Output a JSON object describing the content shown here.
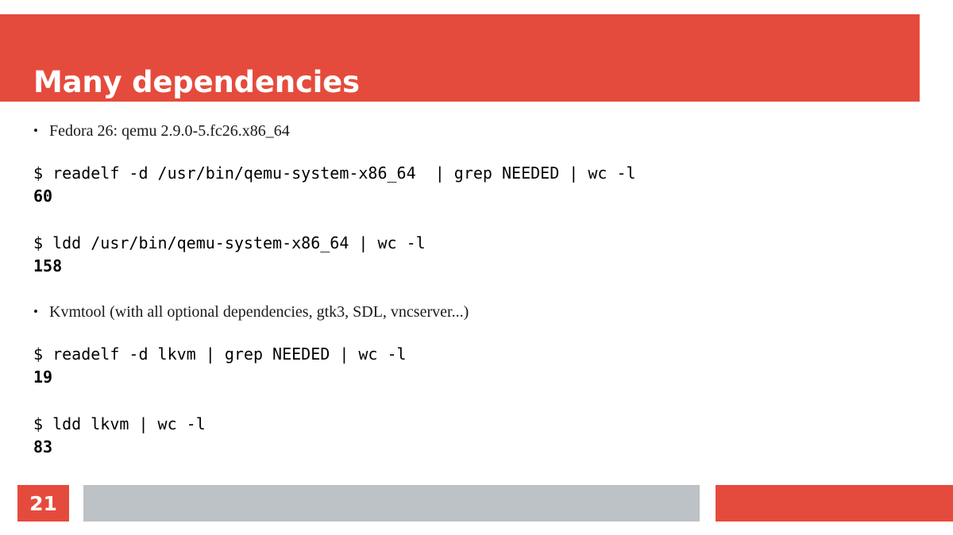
{
  "slide": {
    "title": "Many dependencies",
    "accent_color": "#e54b3c",
    "gray_color": "#bcc2c6",
    "text_color": "#1a1a1a"
  },
  "body": {
    "bullet_marker": "•",
    "blocks": [
      {
        "kind": "bullet",
        "text": "Fedora 26: qemu 2.9.0-5.fc26.x86_64"
      },
      {
        "kind": "command",
        "command": "$ readelf -d /usr/bin/qemu-system-x86_64  | grep NEEDED | wc -l",
        "output": "60"
      },
      {
        "kind": "command",
        "command": "$ ldd /usr/bin/qemu-system-x86_64 | wc -l",
        "output": "158"
      },
      {
        "kind": "bullet",
        "text": "Kvmtool (with all optional dependencies, gtk3, SDL, vncserver...)"
      },
      {
        "kind": "command",
        "command": "$ readelf -d lkvm | grep NEEDED | wc -l",
        "output": "19"
      },
      {
        "kind": "command",
        "command": "$ ldd lkvm | wc -l",
        "output": "83"
      }
    ]
  },
  "footer": {
    "page_number": "21"
  }
}
